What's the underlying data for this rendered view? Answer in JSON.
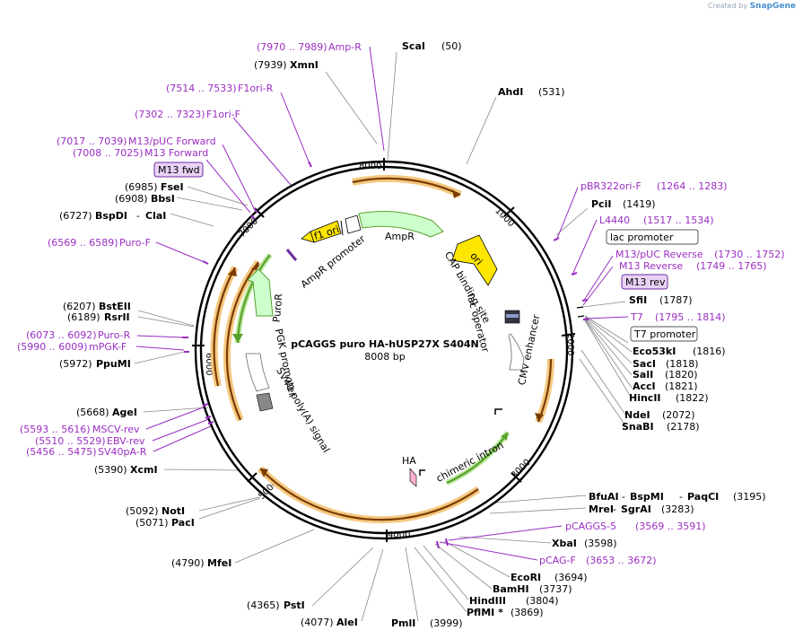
{
  "brand": {
    "created_by": "Created by",
    "name": "SnapGene"
  },
  "plasmid": {
    "name": "pCAGGS puro HA-hUSP27X S404N",
    "length": "8008 bp"
  },
  "ticks": [
    "1000",
    "2000",
    "3000",
    "4000",
    "5000",
    "6000",
    "7000",
    "8000"
  ],
  "features": [
    {
      "name": "f1 ori",
      "color": "#ffe600"
    },
    {
      "name": "AmpR promoter",
      "color": "#ffffff"
    },
    {
      "name": "AmpR",
      "color": "#ccffcc"
    },
    {
      "name": "ori",
      "color": "#ffe600"
    },
    {
      "name": "CAP binding site",
      "color": "#ffffff"
    },
    {
      "name": "lac operator",
      "color": "#ffffff"
    },
    {
      "name": "CMV enhancer",
      "color": "#ffffff"
    },
    {
      "name": "chimeric intron",
      "color": "#ffffff"
    },
    {
      "name": "HA",
      "color": "#ffb0d0"
    },
    {
      "name": "SV40 poly(A) signal",
      "color": "#ffffff"
    },
    {
      "name": "PGK promoter",
      "color": "#ffffff"
    },
    {
      "name": "PuroR",
      "color": "#ccffcc"
    }
  ],
  "labels": {
    "scai": "ScaI",
    "scai_pos": "(50)",
    "ahdi": "AhdI",
    "ahdi_pos": "(531)",
    "pbr_primer": "pBR322ori-F",
    "pbr_range": "(1264 .. 1283)",
    "pcii": "PciI",
    "pcii_pos": "(1419)",
    "l4440": "L4440",
    "l4440_range": "(1517 .. 1534)",
    "lac_promoter": "lac promoter",
    "m13puc_rev": "M13/pUC Reverse",
    "m13puc_rev_range": "(1730 .. 1752)",
    "m13_rev_primer": "M13 Reverse",
    "m13_rev_range": "(1749 .. 1765)",
    "m13_rev_box": "M13 rev",
    "sfii": "SfiI",
    "sfii_pos": "(1787)",
    "t7": "T7",
    "t7_range": "(1795 .. 1814)",
    "t7_promoter": "T7 promoter",
    "eco53ki": "Eco53kI",
    "eco53ki_pos": "(1816)",
    "saci": "SacI",
    "saci_pos": "(1818)",
    "sali": "SalI",
    "sali_pos": "(1820)",
    "acci": "AccI",
    "acci_pos": "(1821)",
    "hincii": "HincII",
    "hincii_pos": "(1822)",
    "ndei": "NdeI",
    "ndei_pos": "(2072)",
    "snabi": "SnaBI",
    "snabi_pos": "(2178)",
    "bfuai": "BfuAI",
    "bspmi": "BspMI",
    "paqci": "PaqCI",
    "bfuai_pos": "(3195)",
    "mrei": "MreI",
    "sgrai": "SgrAI",
    "mrei_pos": "(3283)",
    "pcaggs5": "pCAGGS-5",
    "pcaggs5_range": "(3569 .. 3591)",
    "xbai": "XbaI",
    "xbai_pos": "(3598)",
    "pcagf": "pCAG-F",
    "pcagf_range": "(3653 .. 3672)",
    "ecori": "EcoRI",
    "ecori_pos": "(3694)",
    "bamhi": "BamHI",
    "bamhi_pos": "(3737)",
    "hindiii": "HindIII",
    "hindiii_pos": "(3804)",
    "pflmi": "PflMI *",
    "pflmi_pos": "(3869)",
    "pmli": "PmlI",
    "pmli_pos": "(3999)",
    "alei": "AleI",
    "alei_pos": "(4077)",
    "psti": "PstI",
    "psti_pos": "(4365)",
    "mfei": "MfeI",
    "mfei_pos": "(4790)",
    "paci": "PacI",
    "paci_pos": "(5071)",
    "noti": "NotI",
    "noti_pos": "(5092)",
    "xcmi": "XcmI",
    "xcmi_pos": "(5390)",
    "sv40pa_rev": "SV40pA-R",
    "sv40pa_rev_range": "(5456 .. 5475)",
    "ebv_rev": "EBV-rev",
    "ebv_rev_range": "(5510 .. 5529)",
    "msc_rev": "MSCV-rev",
    "msc_rev_range": "(5593 .. 5616)",
    "agei": "AgeI",
    "agei_pos": "(5668)",
    "ppumi": "PpuMI",
    "ppumi_pos": "(5972)",
    "mpgk": "mPGK-F",
    "mpgk_range": "(5990 .. 6009)",
    "puror_primer": "Puro-R",
    "puror_range": "(6073 .. 6092)",
    "rsrii": "RsrII",
    "rsrii_pos": "(6189)",
    "bsteii": "BstEII",
    "bsteii_pos": "(6207)",
    "purof": "Puro-F",
    "purof_range": "(6569 .. 6589)",
    "bspdi": "BspDI",
    "clai": "ClaI",
    "bspdi_pos": "(6727)",
    "bbsi": "BbsI",
    "bbsi_pos": "(6908)",
    "fsei": "FseI",
    "fsei_pos": "(6985)",
    "m13fwd_box": "M13 fwd",
    "m13_fwd_primer": "M13 Forward",
    "m13_fwd_range": "(7008 .. 7025)",
    "m13puc_fwd": "M13/pUC Forward",
    "m13puc_fwd_range": "(7017 .. 7039)",
    "f1ori_f": "F1ori-F",
    "f1ori_f_range": "(7302 .. 7323)",
    "f1ori_r": "F1ori-R",
    "f1ori_r_range": "(7514 .. 7533)",
    "xmni": "XmnI",
    "xmni_pos": "(7939)",
    "ampr_primer": "Amp-R",
    "ampr_range": "(7970 .. 7989)"
  },
  "colors": {
    "enzyme": "#000000",
    "primer": "#9a2ec2",
    "backbone": "#000000",
    "orf_arrow": "#7a3c00",
    "orf_glow": "#f5c880",
    "feature_arrow": "#5aa02c"
  }
}
